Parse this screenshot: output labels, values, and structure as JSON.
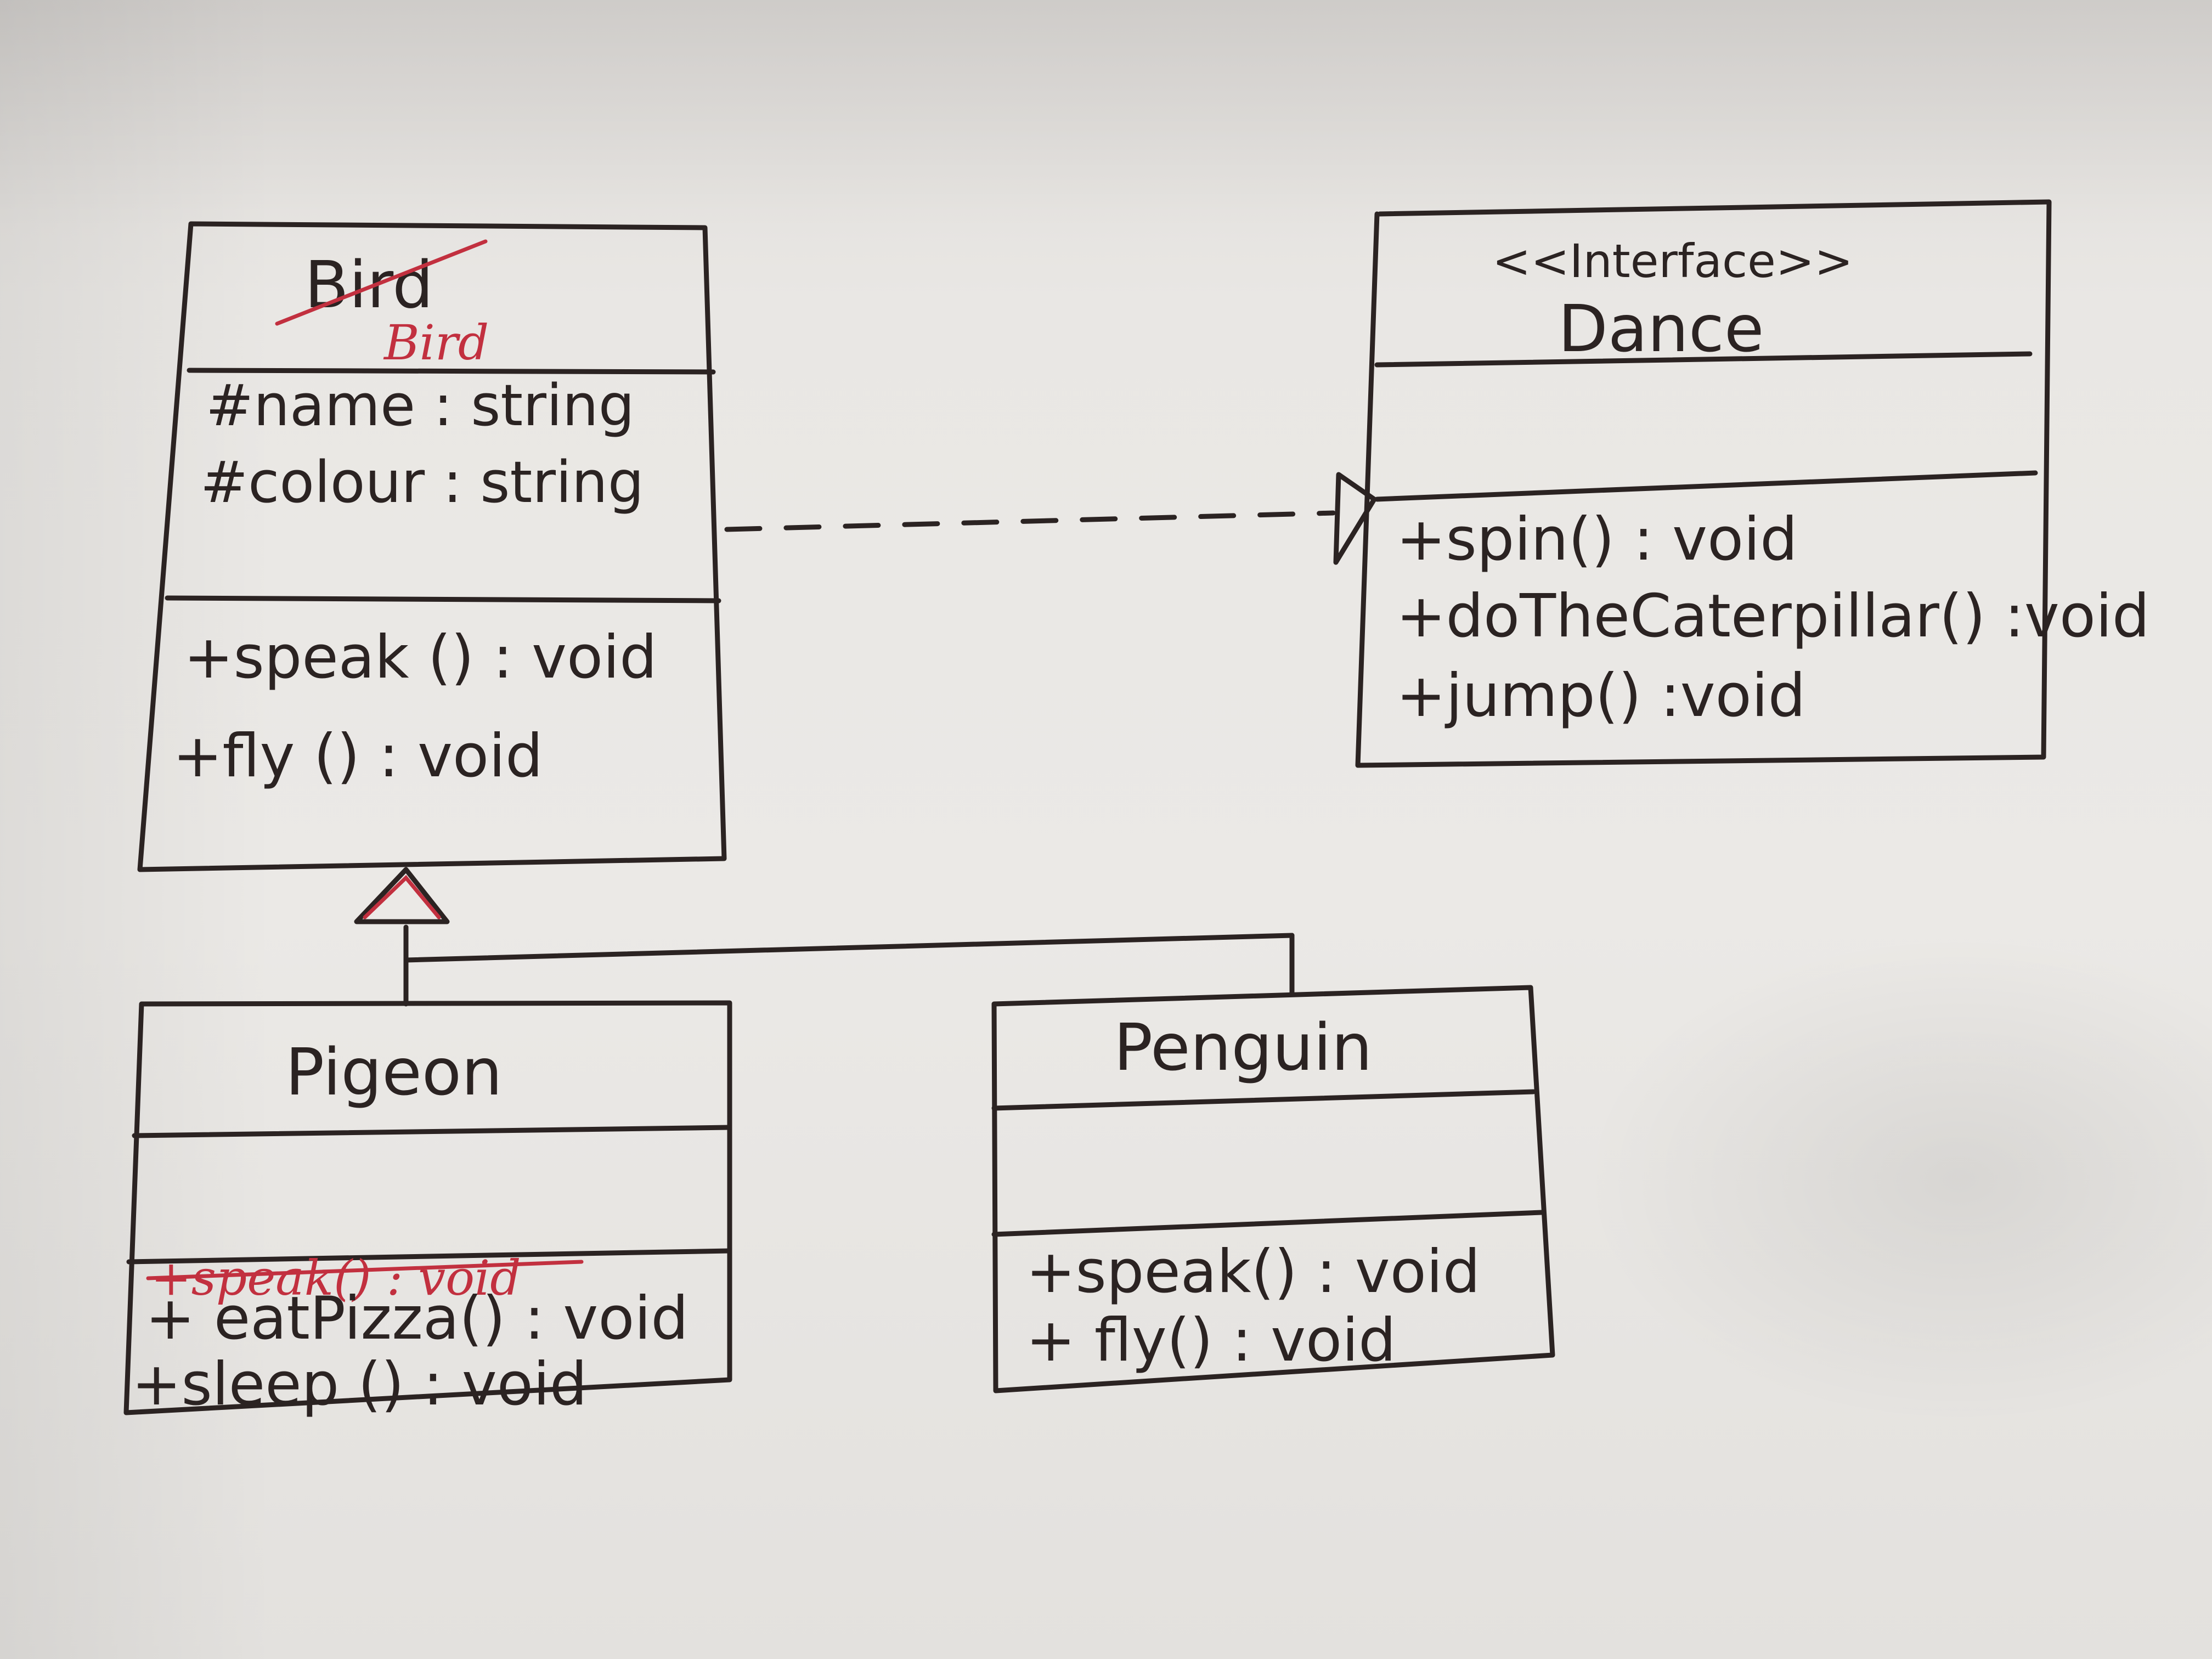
{
  "classes": {
    "bird": {
      "name": "Bird",
      "name_correction": "Bird",
      "attributes": [
        "#name  : string",
        "#colour : string"
      ],
      "methods": [
        "+speak () : void",
        "+fly () : void"
      ]
    },
    "dance": {
      "stereotype": "<<Interface>>",
      "name": "Dance",
      "methods": [
        "+spin() : void",
        "+doTheCaterpillar() :void",
        "+jump() :void"
      ]
    },
    "pigeon": {
      "name": "Pigeon",
      "struck_method": "+speak() : void",
      "methods": [
        "+ eatPizza() : void",
        "+sleep () : void"
      ]
    },
    "penguin": {
      "name": "Penguin",
      "methods": [
        "+speak() : void",
        "+ fly() : void"
      ]
    }
  },
  "relations": [
    {
      "type": "realization",
      "from": "Bird",
      "to": "Dance",
      "style": "dashed"
    },
    {
      "type": "generalization",
      "from": "Pigeon",
      "to": "Bird"
    },
    {
      "type": "generalization",
      "from": "Penguin",
      "to": "Bird"
    }
  ],
  "colors": {
    "ink": "#2b2322",
    "correction": "#c2303f",
    "paper": "#e9e7e4"
  }
}
